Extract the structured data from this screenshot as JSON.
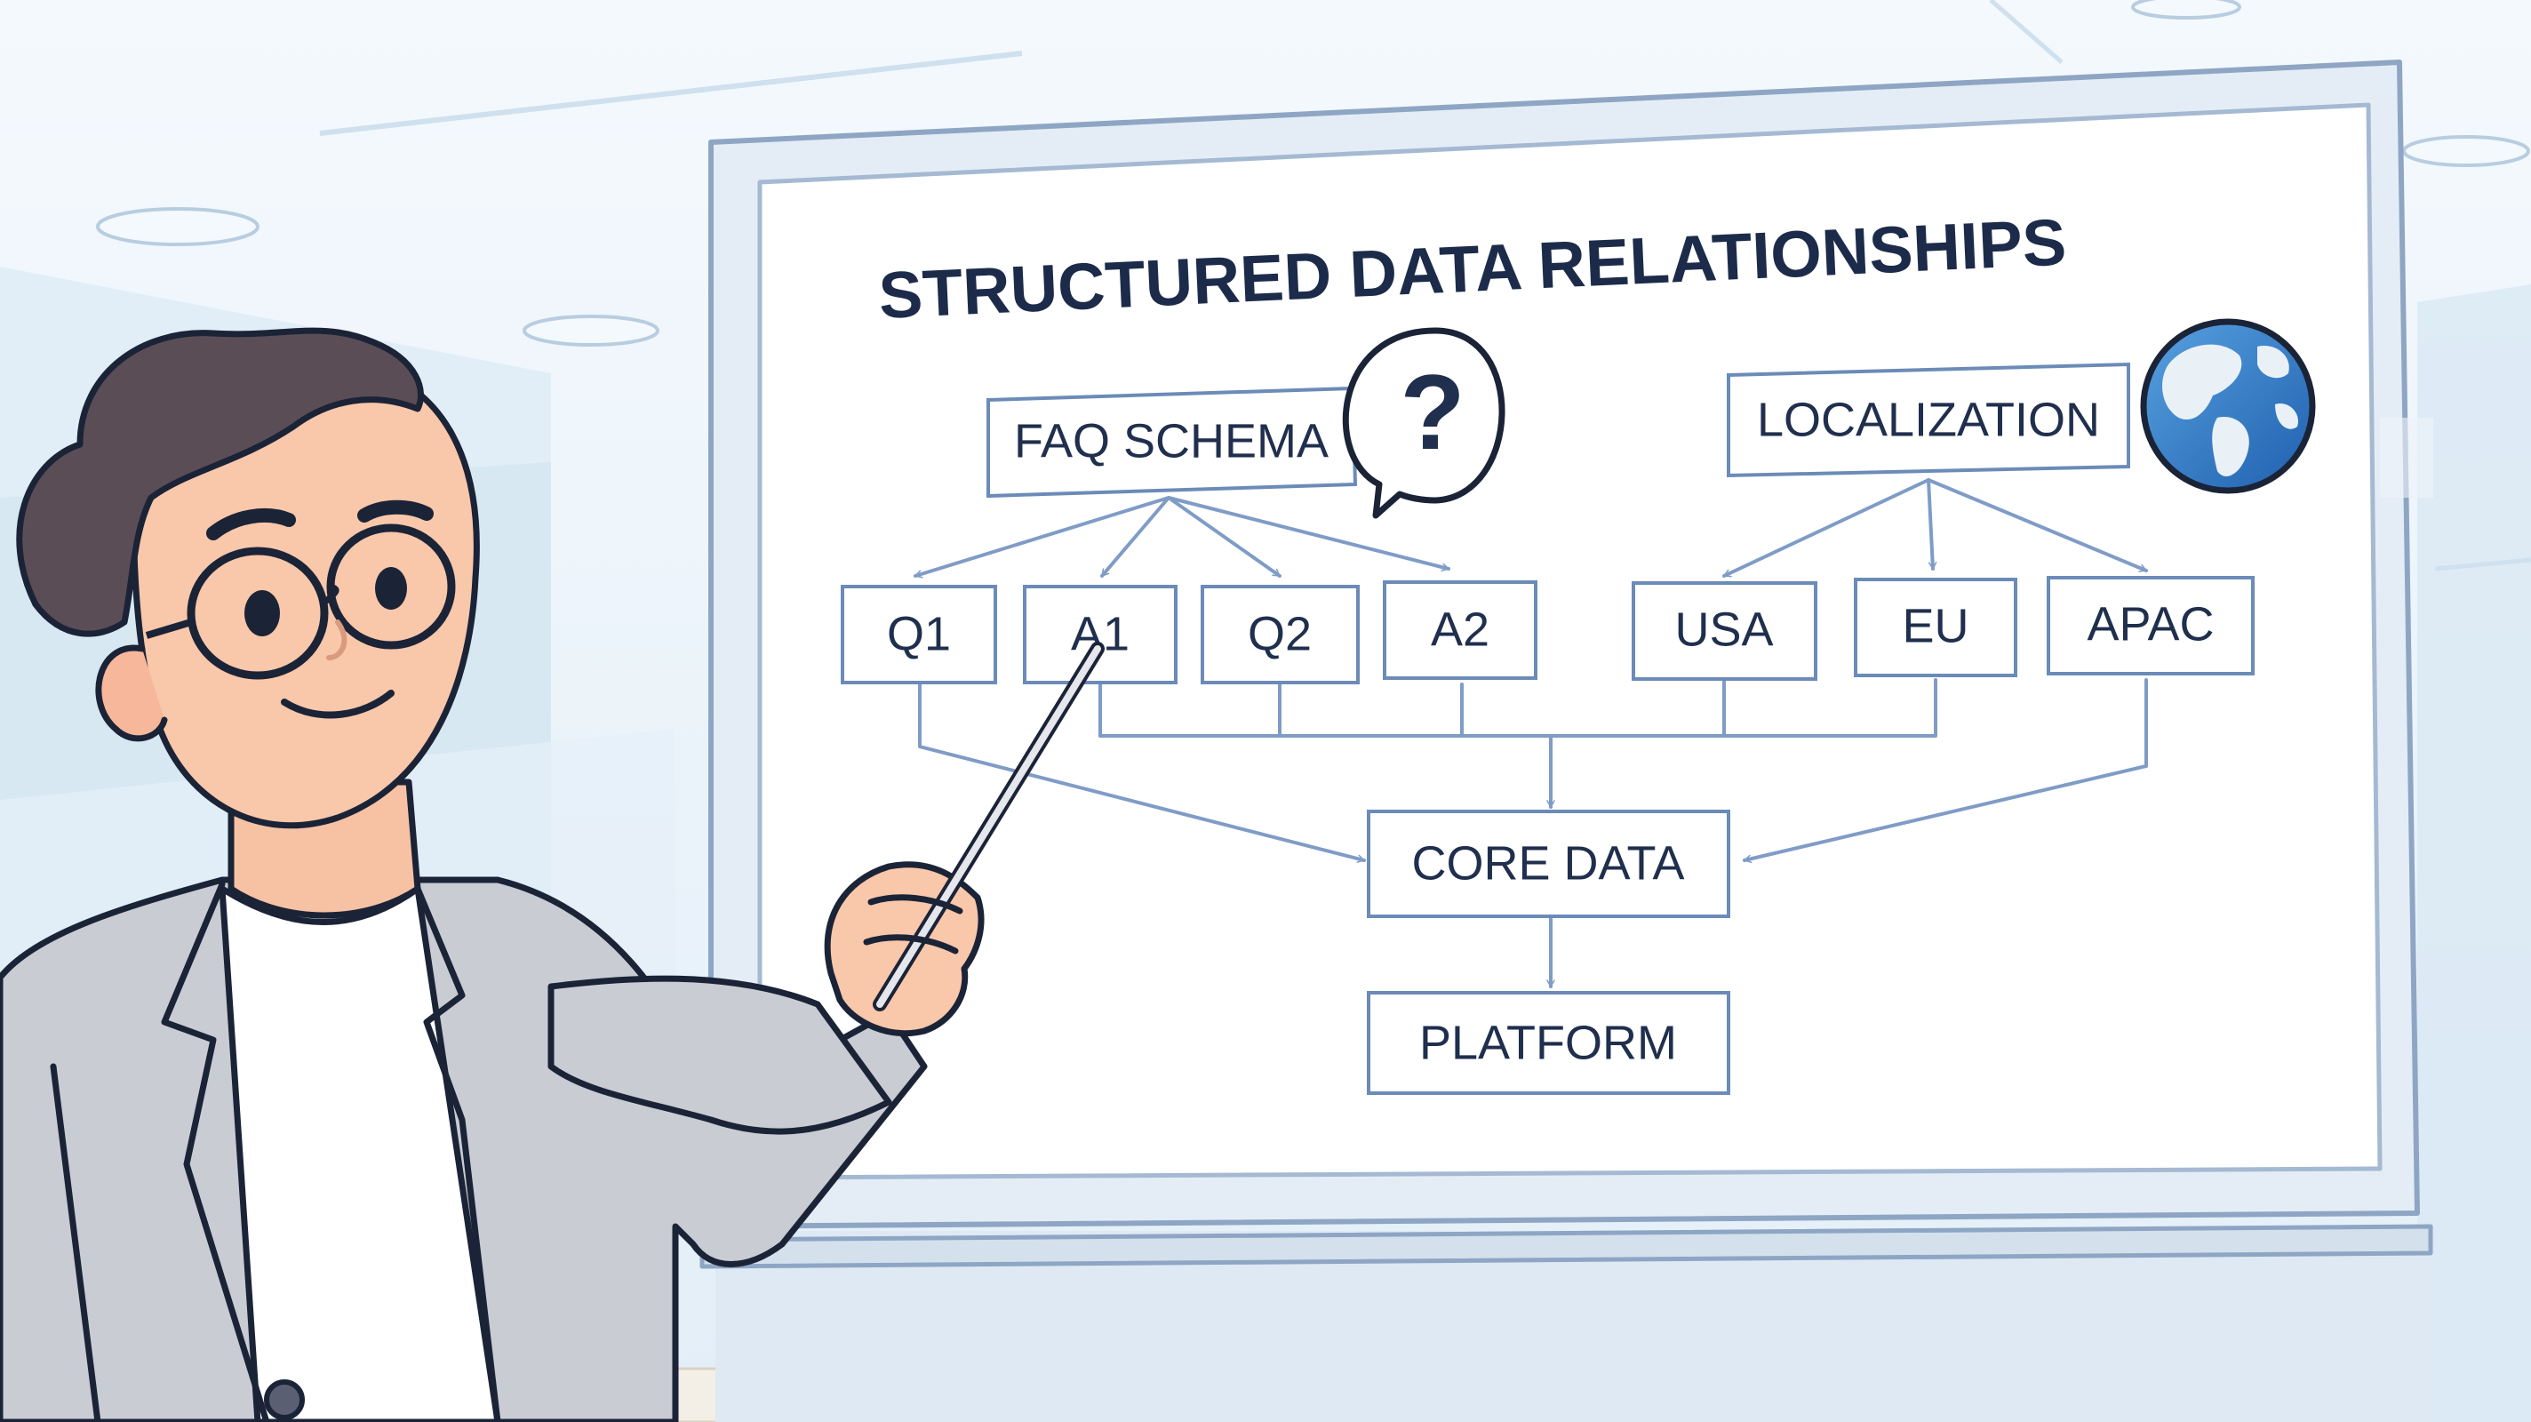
{
  "board": {
    "title": "STRUCTURED DATA RELATIONSHIPS"
  },
  "nodes": {
    "faq_schema": "FAQ SCHEMA",
    "localization": "LOCALIZATION",
    "q1": "Q1",
    "a1": "A1",
    "q2": "Q2",
    "a2": "A2",
    "usa": "USA",
    "eu": "EU",
    "apac": "APAC",
    "core_data": "CORE DATA",
    "platform": "PLATFORM"
  },
  "icons": {
    "question": "?",
    "question_bubble": "speech-bubble-question-icon",
    "globe": "globe-icon"
  },
  "colors": {
    "background": "#eef5fb",
    "board": "#ffffff",
    "box_stroke": "#6b8bb8",
    "arrow": "#7f9cc6",
    "text": "#1f2f4d",
    "globe_water": "#2f74c0",
    "jacket": "#c9ccd3",
    "skin": "#f9c7aa",
    "hair": "#5b4d56"
  }
}
